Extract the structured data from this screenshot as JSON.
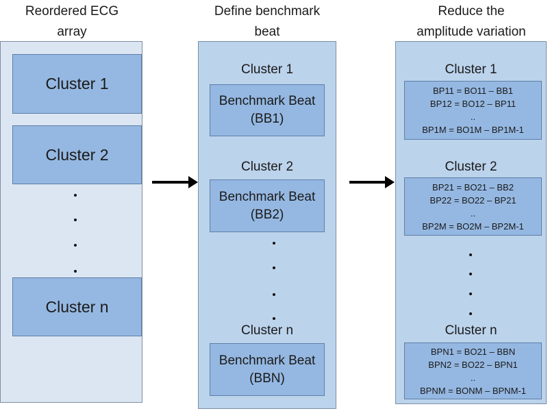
{
  "headers": [
    "Reordered ECG array",
    "Define benchmark beat",
    "Reduce the amplitude variation"
  ],
  "header_lines": [
    [
      "Reordered ECG",
      "array"
    ],
    [
      "Define benchmark",
      "beat"
    ],
    [
      "Reduce the",
      "amplitude variation"
    ]
  ],
  "col1": {
    "clusters": [
      "Cluster 1",
      "Cluster 2",
      "Cluster n"
    ]
  },
  "col2": {
    "clusters": [
      {
        "title": "Cluster 1",
        "box": [
          "Benchmark Beat",
          "(BB1)"
        ]
      },
      {
        "title": "Cluster 2",
        "box": [
          "Benchmark Beat",
          "(BB2)"
        ]
      },
      {
        "title": "Cluster n",
        "box": [
          "Benchmark Beat",
          "(BBN)"
        ]
      }
    ]
  },
  "col3": {
    "clusters": [
      {
        "title": "Cluster 1",
        "lines": [
          "BP11 = BO11 – BB1",
          "BP12 = BO12 – BP11",
          "..",
          "BP1M = BO1M – BP1M-1"
        ]
      },
      {
        "title": "Cluster 2",
        "lines": [
          "BP21 = BO21 – BB2",
          "BP22 = BO22 – BP21",
          "..",
          "BP2M = BO2M – BP2M-1"
        ]
      },
      {
        "title": "Cluster n",
        "lines": [
          "BPN1 = BO21 – BBN",
          "BPN2 = BO22 – BPN1",
          "..",
          "BPNM = BONM – BPNM-1"
        ]
      }
    ]
  },
  "colors": {
    "panel_left": "#dce6f2",
    "panel": "#bcd3ec",
    "box": "#95b8e2",
    "border": "#5d7ea6"
  }
}
